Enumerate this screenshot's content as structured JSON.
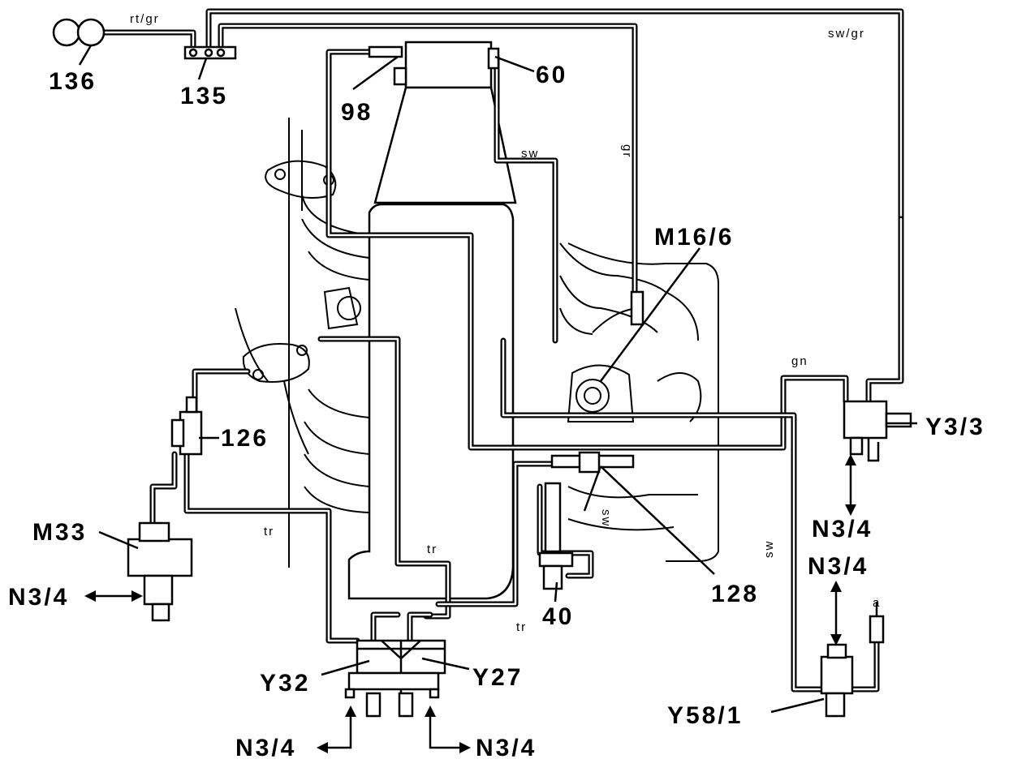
{
  "labels": {
    "p136": "136",
    "p135": "135",
    "p98": "98",
    "p60": "60",
    "m16_6": "M16/6",
    "y3_3": "Y3/3",
    "n3_4_a": "N3/4",
    "n3_4_b": "N3/4",
    "p126": "126",
    "m33": "M33",
    "n3_4_c": "N3/4",
    "p128": "128",
    "p40": "40",
    "y32": "Y32",
    "y27": "Y27",
    "y58_1": "Y58/1",
    "n3_4_d": "N3/4",
    "n3_4_e": "N3/4",
    "a": "a"
  },
  "wire_colors": {
    "rt_gr": "rt/gr",
    "sw_gr": "sw/gr",
    "gr": "gr",
    "sw_top": "sw",
    "gn": "gn",
    "sw_right": "sw",
    "sw_mid": "sw",
    "tr_left": "tr",
    "tr_center": "tr",
    "tr_bottom": "tr"
  }
}
